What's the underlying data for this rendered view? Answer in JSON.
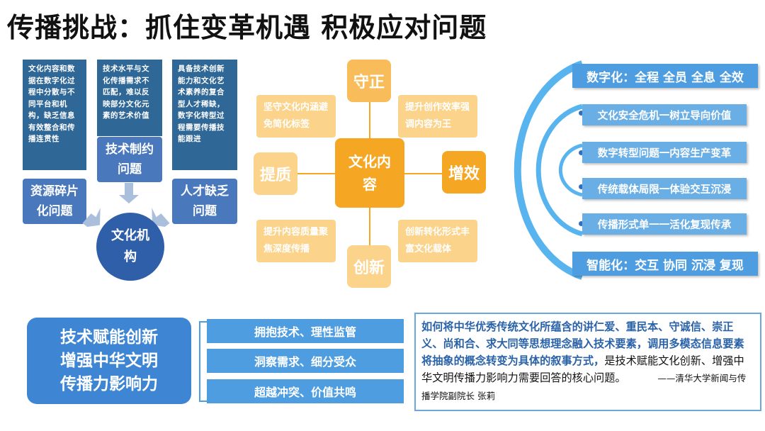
{
  "title": "传播挑战：抓住变革机遇 积极应对问题",
  "left": {
    "box1_text": "文化内容和数据在数字化过程中分散与不同平台和机构，缺乏信息有效整合和传播连贯性",
    "box1_label": "资源碎片化问题",
    "box2_text": "技术水平与文化传播需求不匹配，难以反映部分文化元素的艺术价值",
    "box2_label": "技术制约问题",
    "box3_text": "具备技术创新能力和文化艺术素养的复合型人才稀缺，数字化转型过程需要传播技能跟进",
    "box3_label": "人才缺乏问题",
    "center": "文化机构"
  },
  "cross": {
    "center": "文化内容",
    "top": "守正",
    "left": "提质",
    "right": "增效",
    "bottom": "创新",
    "tl": "坚守文化内涵避免简化标签",
    "tr": "提升创作效率强调内容为王",
    "bl": "提升内容质量聚焦深度传播",
    "br": "创新转化形式丰富文化载体"
  },
  "right": {
    "items": [
      "数字化：全程 全员 全息 全效",
      "文化安全危机一树立导向价值",
      "数字转型问题一内容生产变革",
      "传统载体局限一体验交互沉浸",
      "传播形式单一一活化复现传承",
      "智能化：交互 协同 沉浸 复现"
    ]
  },
  "bottom": {
    "main_line1": "技术赋能创新",
    "main_line2": "增强中华文明",
    "main_line3": "传播力影响力",
    "bars": [
      "拥抱技术、理性监管",
      "洞察需求、细分受众",
      "超越冲突、价值共鸣"
    ],
    "quote_hl": "如何将中华优秀传统文化所蕴含的讲仁爱、重民本、守诚信、崇正义、尚和合、求大同等思想理念融入技术要素，调用多模态信息要素将抽象的概念转变为具体的叙事方式，",
    "quote_rest": "是技术赋能文化创新、增强中华文明传播力影响力需要回答的核心问题。",
    "quote_attr": "——清华大学新闻与传播学院副院长 张莉"
  },
  "colors": {
    "dark_blue": "#2f6797",
    "mid_blue": "#4a78bd",
    "orange": "#f5a623",
    "light_blue": "#4d9de0"
  }
}
